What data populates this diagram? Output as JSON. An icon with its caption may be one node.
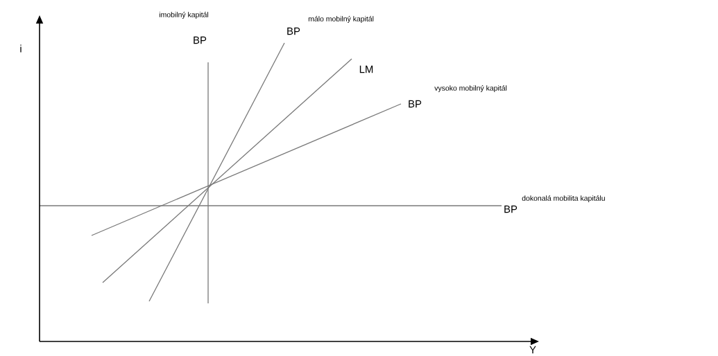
{
  "diagram": {
    "labels": [
      "i",
      "imobilný kapitál",
      "BP",
      "BP",
      "málo mobilný kapitál",
      "LM",
      "BP",
      "vysoko mobilný kapitál",
      "BP",
      "dokonalá mobilita kapitálu",
      "Y"
    ]
  }
}
